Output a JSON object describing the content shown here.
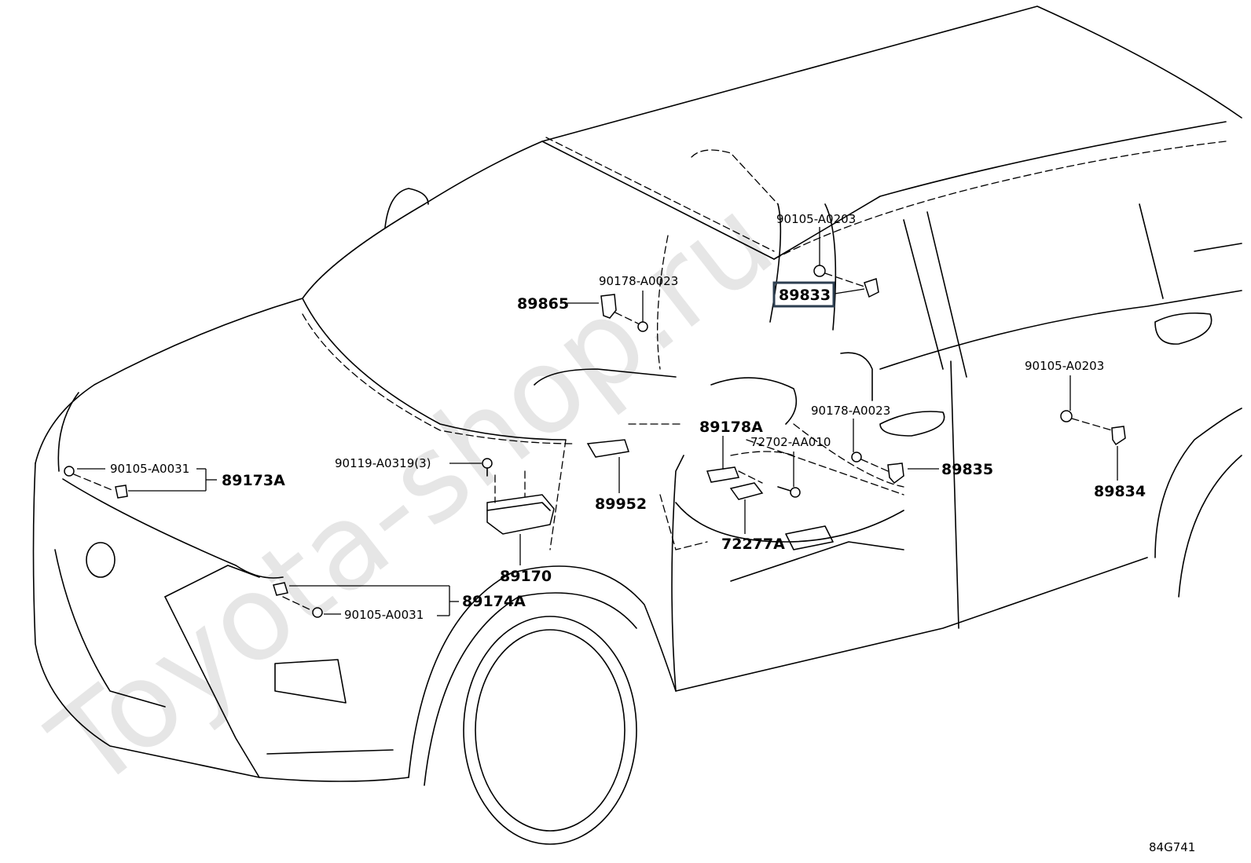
{
  "diagram": {
    "watermark": "Toyota-shop.ru",
    "figure_id": "84G741",
    "highlighted_part": "89833",
    "labels": {
      "p90105_a0203_top": "90105-A0203",
      "p90178_a0023_top": "90178-A0023",
      "p89865": "89865",
      "p89833": "89833",
      "p90105_a0203_right": "90105-A0203",
      "p90178_a0023_mid": "90178-A0023",
      "p89178a": "89178A",
      "p72702_aa010": "72702-AA010",
      "p89835": "89835",
      "p89834": "89834",
      "p90119_a0319": "90119-A0319(3)",
      "p89952": "89952",
      "p72277a": "72277A",
      "p90105_a0031_top": "90105-A0031",
      "p89173a": "89173A",
      "p89170": "89170",
      "p89174a": "89174A",
      "p90105_a0031_bottom": "90105-A0031"
    },
    "colors": {
      "line": "#000000",
      "highlight_box": "#2c3e50",
      "watermark": "#e6e6e6",
      "background": "#ffffff"
    }
  }
}
